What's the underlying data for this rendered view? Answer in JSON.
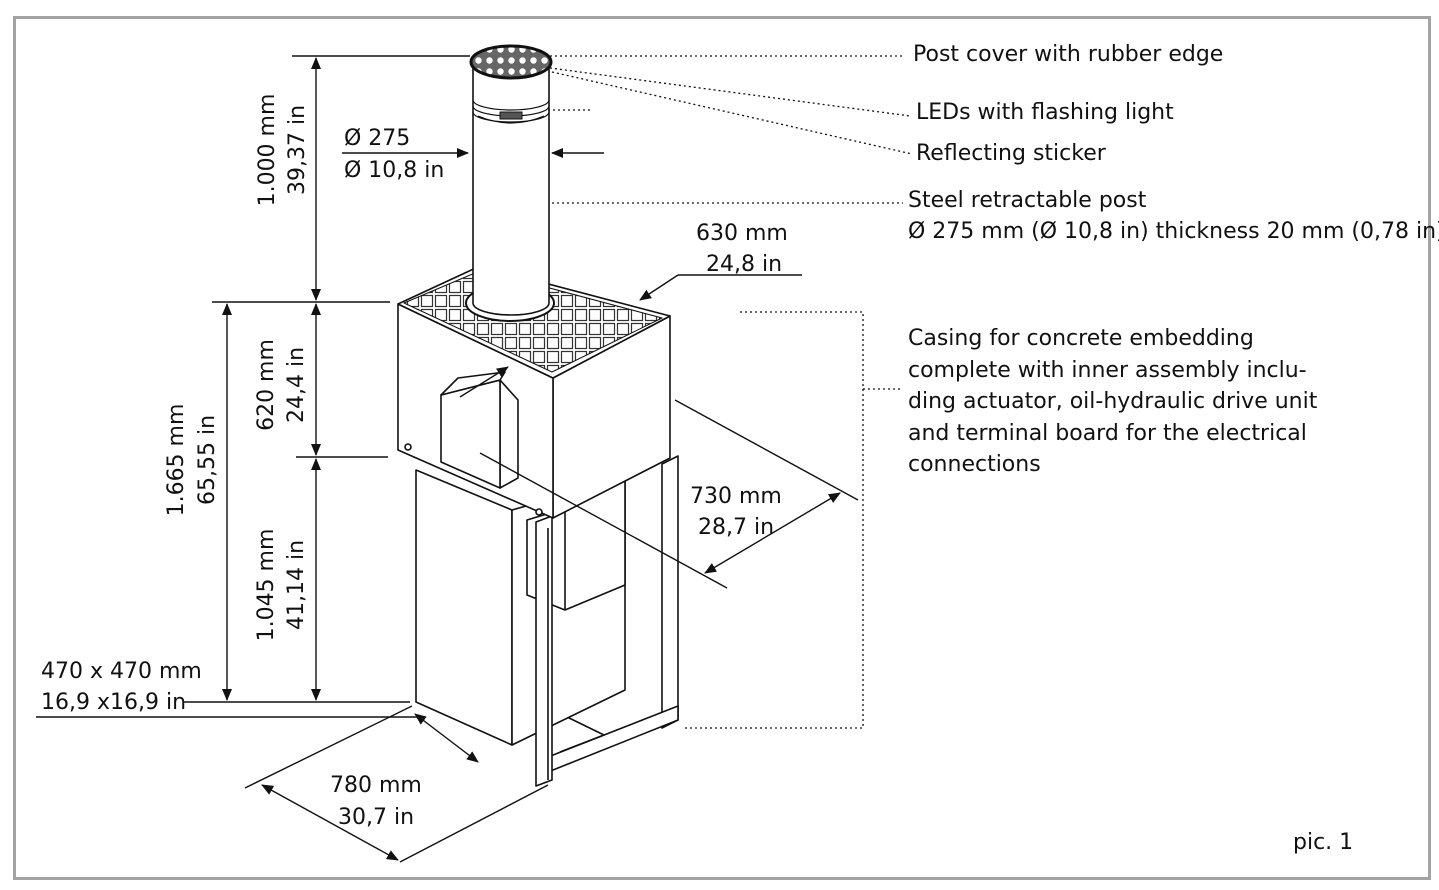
{
  "callouts": {
    "post_cover": "Post cover with rubber edge",
    "leds": "LEDs with flashing light",
    "sticker": "Reflecting sticker",
    "post_title": "Steel retractable post",
    "post_spec": "Ø 275 mm (Ø 10,8 in) thickness 20 mm (0,78 in)",
    "casing_lines": [
      "Casing for concrete embedding",
      "complete with inner assembly inclu-",
      "ding actuator, oil-hydraulic drive unit",
      "and terminal board for the electrical",
      "connections"
    ]
  },
  "dimensions": {
    "height_post": {
      "mm": "1.000 mm",
      "in": "39,37 in"
    },
    "diameter": {
      "mm": "Ø 275",
      "in": "Ø 10,8 in"
    },
    "height_total": {
      "mm": "1.665 mm",
      "in": "65,55 in"
    },
    "height_upper": {
      "mm": "620 mm",
      "in": "24,4 in"
    },
    "height_lower": {
      "mm": "1.045 mm",
      "in": "41,14 in"
    },
    "width_top": {
      "mm": "630 mm",
      "in": "24,8 in"
    },
    "depth": {
      "mm": "730 mm",
      "in": "28,7 in"
    },
    "base": {
      "mm": "470 x 470 mm",
      "in": "16,9 x16,9 in"
    },
    "width_bottom": {
      "mm": "780 mm",
      "in": "30,7 in"
    }
  },
  "caption": "pic. 1",
  "colors": {
    "frame": "#a3a3a3",
    "ink": "#111111"
  }
}
